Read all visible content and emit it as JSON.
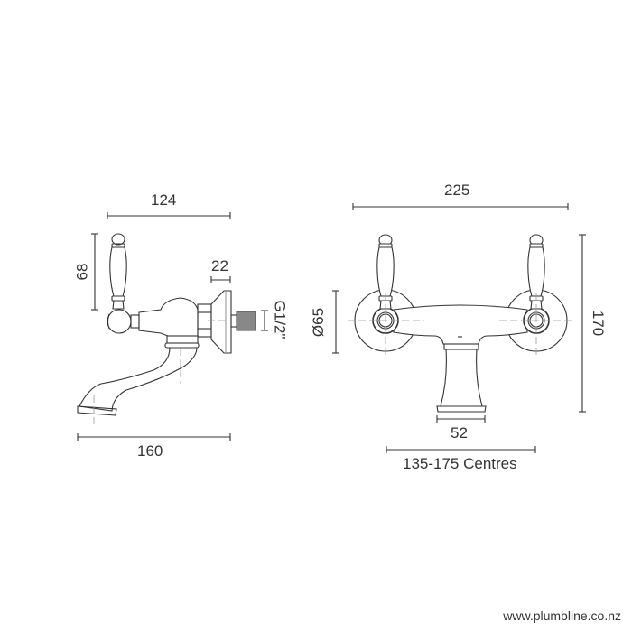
{
  "side_view": {
    "dimensions": {
      "overall_length_top": "124",
      "handle_height": "68",
      "connector_length": "22",
      "thread_size": "G1/2\"",
      "overall_length_bottom": "160"
    }
  },
  "front_view": {
    "dimensions": {
      "overall_width": "225",
      "flange_diameter": "Ø65",
      "overall_height": "170",
      "spout_width": "52",
      "centres": "135-175 Centres"
    }
  },
  "footer": {
    "website": "www.plumbline.co.nz"
  },
  "colors": {
    "line": "#333333",
    "centerline": "#999999",
    "thread": "#666666"
  }
}
